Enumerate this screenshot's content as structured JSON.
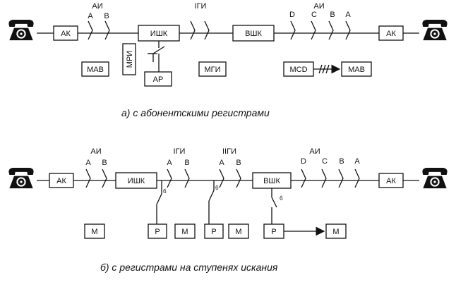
{
  "diagram_a": {
    "caption": "а) с абонентскими регистрами",
    "ak_left": "АК",
    "ai_left": "АИ",
    "ai_left_a": "А",
    "ai_left_b": "В",
    "ishk": "ИШК",
    "igi": "IГИ",
    "vshk": "ВШК",
    "ai_right": "АИ",
    "ai_right_d": "D",
    "ai_right_c": "С",
    "ai_right_b": "В",
    "ai_right_a": "А",
    "ak_right": "АК",
    "mav_left": "МАВ",
    "mri": "МРИ",
    "ar": "АР",
    "mgi": "МГИ",
    "mcd": "MCD",
    "mav_right": "МАВ"
  },
  "diagram_b": {
    "caption": "б) с регистрами на ступенях искания",
    "ak_left": "АК",
    "ai_left": "АИ",
    "ai_left_a": "А",
    "ai_left_b": "В",
    "ishk": "ИШК",
    "igi": "IГИ",
    "igi_a": "А",
    "igi_b": "В",
    "iigi": "IIГИ",
    "iigi_a": "А",
    "iigi_b": "В",
    "vshk": "ВШК",
    "ai_right": "АИ",
    "ai_right_d": "D",
    "ai_right_c": "С",
    "ai_right_b": "В",
    "ai_right_a": "А",
    "ak_right": "АК",
    "m1": "М",
    "r1": "Р",
    "m2": "М",
    "r2": "Р",
    "m3": "М",
    "r3": "Р",
    "m4": "М",
    "b1": "б",
    "b2": "б",
    "b3": "б"
  },
  "icons": [
    "telephone-icon",
    "telephone-icon",
    "telephone-icon",
    "telephone-icon"
  ]
}
